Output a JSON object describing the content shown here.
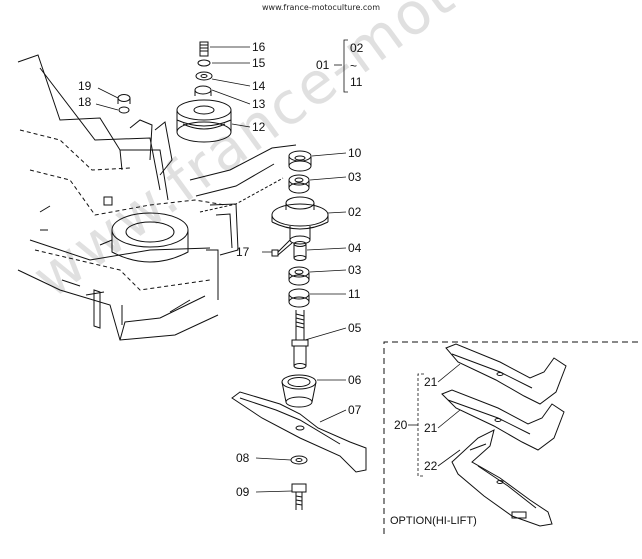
{
  "header": {
    "url": "www.france-motoculture.com"
  },
  "watermark": {
    "text": "www.france-motoculture.com"
  },
  "callouts": [
    {
      "id": "16",
      "label": "16"
    },
    {
      "id": "15",
      "label": "15"
    },
    {
      "id": "14",
      "label": "14"
    },
    {
      "id": "13",
      "label": "13"
    },
    {
      "id": "12",
      "label": "12"
    },
    {
      "id": "19",
      "label": "19"
    },
    {
      "id": "18",
      "label": "18"
    },
    {
      "id": "10",
      "label": "10"
    },
    {
      "id": "03a",
      "label": "03"
    },
    {
      "id": "02",
      "label": "02"
    },
    {
      "id": "17",
      "label": "17"
    },
    {
      "id": "04",
      "label": "04"
    },
    {
      "id": "03b",
      "label": "03"
    },
    {
      "id": "11",
      "label": "11"
    },
    {
      "id": "05",
      "label": "05"
    },
    {
      "id": "06",
      "label": "06"
    },
    {
      "id": "07",
      "label": "07"
    },
    {
      "id": "08",
      "label": "08"
    },
    {
      "id": "09",
      "label": "09"
    },
    {
      "id": "20",
      "label": "20"
    },
    {
      "id": "21a",
      "label": "21"
    },
    {
      "id": "21b",
      "label": "21"
    },
    {
      "id": "22",
      "label": "22"
    }
  ],
  "group_bracket": {
    "main": "01",
    "top": "02",
    "tilde": "~",
    "bottom": "11"
  },
  "option_box": {
    "title": "OPTION(HI-LIFT)"
  }
}
